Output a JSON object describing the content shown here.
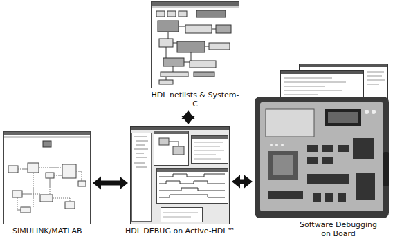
{
  "diagram": {
    "nodes": [
      {
        "text": [
          "HDL netlists & System-C"
        ]
      },
      {
        "text": [
          "SIMULINK/MATLAB"
        ]
      },
      {
        "text": [
          "HDL DEBUG on Active-HDL™"
        ]
      },
      {
        "text": [
          "Software Debugging on Board"
        ]
      }
    ],
    "edges": [
      {
        "from": 2,
        "to": 0,
        "arrow": "both"
      },
      {
        "from": 1,
        "to": 2,
        "arrow": "both"
      },
      {
        "from": 2,
        "to": 3,
        "arrow": "both"
      }
    ]
  }
}
